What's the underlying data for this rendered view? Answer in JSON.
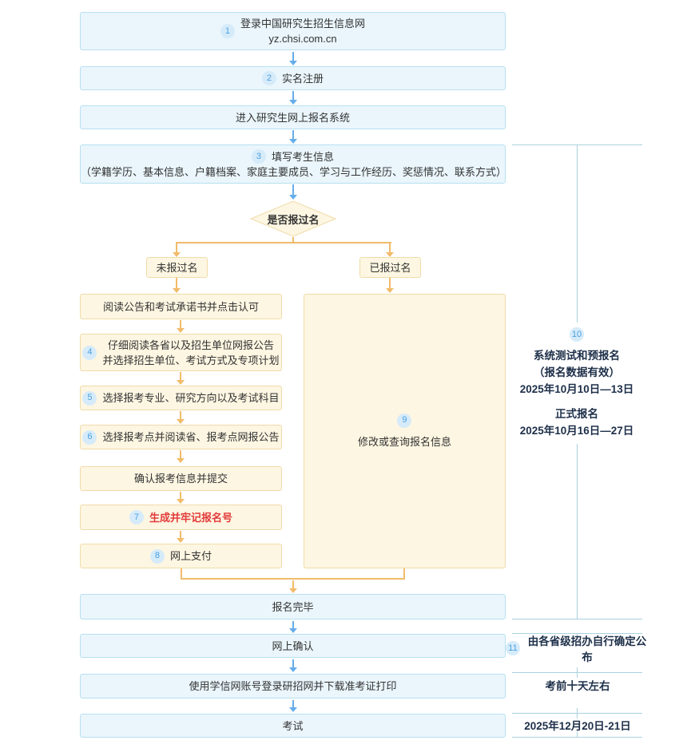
{
  "colors": {
    "blue_fill": "#eaf6fc",
    "blue_border": "#b8e0f0",
    "cream_fill": "#fdf6e2",
    "cream_border": "#f0dcaa",
    "arrow_blue": "#66adea",
    "arrow_orange": "#f1bb6a",
    "bracket_line": "#a9d2df",
    "badge_fill": "#d6ebfa",
    "badge_text": "#4aa0e0",
    "text": "#333333",
    "red_text": "#e23b3b",
    "annotation_text": "#1d2f49"
  },
  "flow": {
    "step1": {
      "badge": "1",
      "line1": "登录中国研究生招生信息网",
      "line2": "yz.chsi.com.cn"
    },
    "step2": {
      "badge": "2",
      "label": "实名注册"
    },
    "step_enter": {
      "label": "进入研究生网上报名系统"
    },
    "step3": {
      "badge": "3",
      "line1": "填写考生信息",
      "line2": "（学籍学历、基本信息、户籍档案、家庭主要成员、学习与工作经历、奖惩情况、联系方式）"
    },
    "decision": {
      "label": "是否报过名"
    },
    "branch_no": {
      "label": "未报过名"
    },
    "branch_yes": {
      "label": "已报过名"
    },
    "left_steps": [
      {
        "badge": "",
        "lines": [
          "阅读公告和考试承诺书并点击认可"
        ]
      },
      {
        "badge": "4",
        "lines": [
          "仔细阅读各省以及招生单位网报公告",
          "并选择招生单位、考试方式及专项计划"
        ]
      },
      {
        "badge": "5",
        "lines": [
          "选择报考专业、研究方向以及考试科目"
        ]
      },
      {
        "badge": "6",
        "lines": [
          "选择报考点并阅读省、报考点网报公告"
        ]
      },
      {
        "badge": "",
        "lines": [
          "确认报考信息并提交"
        ]
      },
      {
        "badge": "7",
        "lines": [
          "生成并牢记报名号"
        ]
      },
      {
        "badge": "8",
        "lines": [
          "网上支付"
        ]
      }
    ],
    "right_box": {
      "badge": "9",
      "label": "修改或查询报名信息"
    },
    "finish": {
      "label": "报名完毕"
    },
    "confirm": {
      "label": "网上确认"
    },
    "download": {
      "label": "使用学信网账号登录研招网并下载准考证打印"
    },
    "exam": {
      "label": "考试"
    }
  },
  "annotations": {
    "reg_period": {
      "badge": "10",
      "title1": "系统测试和预报名",
      "sub1": "（报名数据有效）",
      "date1": "2025年10月10日—13日",
      "title2": "正式报名",
      "date2": "2025年10月16日—27日"
    },
    "confirm_note": {
      "badge": "11",
      "label": "由各省级招办自行确定公布"
    },
    "download_note": {
      "label": "考前十天左右"
    },
    "exam_note": {
      "label": "2025年12月20日-21日"
    }
  }
}
